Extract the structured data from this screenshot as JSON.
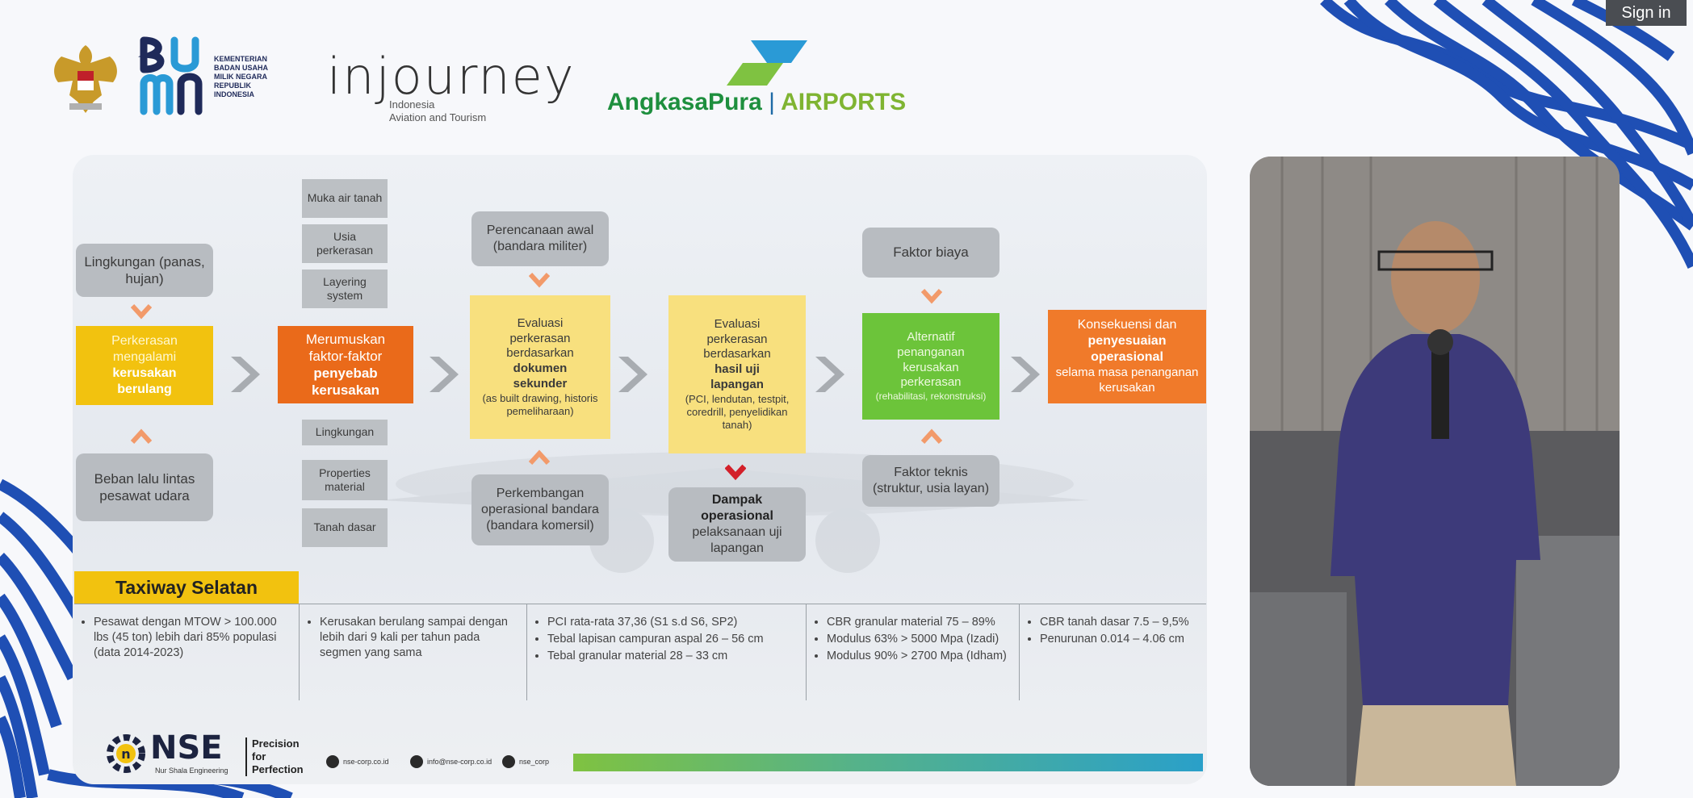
{
  "topbar": {
    "sign_in": "Sign in"
  },
  "header": {
    "bumn_text": [
      "KEMENTERIAN",
      "BADAN USAHA",
      "MILIK NEGARA",
      "REPUBLIK",
      "INDONESIA"
    ],
    "injourney": "injourney",
    "injourney_sub": [
      "Indonesia",
      "Aviation and Tourism"
    ],
    "ap_name": "AngkasaPura",
    "ap_sep": "|",
    "ap_airports": "AIRPORTS"
  },
  "flow": {
    "env": "Lingkungan (panas, hujan)",
    "traffic": "Beban lalu lintas pesawat udara",
    "damage": [
      "Perkerasan",
      "mengalami",
      "kerusakan",
      "berulang"
    ],
    "muka": "Muka air tanah",
    "usia": "Usia perkerasan",
    "layering": "Layering system",
    "formulate": [
      "Merumuskan",
      "faktor-faktor",
      "penyebab",
      "kerusakan"
    ],
    "lingkungan2": "Lingkungan",
    "properties": "Properties material",
    "tanah": "Tanah dasar",
    "perencanaan": "Perencanaan awal (bandara militer)",
    "eval_doc": [
      "Evaluasi",
      "perkerasan",
      "berdasarkan",
      "dokumen",
      "sekunder",
      "(as built drawing, historis pemeliharaan)"
    ],
    "perkembangan": "Perkembangan operasional bandara (bandara komersil)",
    "eval_field": [
      "Evaluasi",
      "perkerasan",
      "berdasarkan",
      "hasil uji",
      "lapangan",
      "(PCI, lendutan, testpit, coredrill, penyelidikan tanah)"
    ],
    "dampak": [
      "Dampak",
      "operasional",
      "pelaksanaan uji lapangan"
    ],
    "biaya": "Faktor biaya",
    "alternatif": [
      "Alternatif",
      "penanganan",
      "kerusakan",
      "perkerasan",
      "(rehabilitasi, rekonstruksi)"
    ],
    "teknis": "Faktor teknis (struktur, usia layan)",
    "konsekuensi": [
      "Konsekuensi dan",
      "penyesuaian",
      "operasional",
      "selama masa penanganan kerusakan"
    ]
  },
  "table": {
    "title": "Taxiway Selatan",
    "col1": [
      "Pesawat dengan MTOW > 100.000 lbs (45 ton) lebih dari 85% populasi (data 2014-2023)"
    ],
    "col2": [
      "Kerusakan berulang sampai dengan lebih dari 9 kali per tahun pada segmen yang sama"
    ],
    "col3": [
      "PCI rata-rata 37,36 (S1 s.d S6, SP2)",
      "Tebal lapisan campuran aspal 26 – 56 cm",
      "Tebal granular material 28 – 33 cm"
    ],
    "col4": [
      "CBR granular material 75 – 89%",
      "Modulus 63% > 5000 Mpa (Izadi)",
      "Modulus 90% > 2700 Mpa (Idham)"
    ],
    "col5": [
      "CBR tanah dasar 7.5 – 9,5%",
      "Penurunan 0.014 – 4.06 cm"
    ]
  },
  "footer": {
    "nse": "NSE",
    "nse_sub": "Nur Shala Engineering",
    "tagline": [
      "Precision",
      "for",
      "Perfection"
    ],
    "social": [
      "nse-corp.co.id",
      "info@nse-corp.co.id",
      "nse_corp"
    ]
  },
  "colors": {
    "yellow": "#f2c20f",
    "orange": "#ea6a1a",
    "green": "#6cc43a",
    "grey": "#b8bcc1",
    "wave_blue": "#1f4fb4"
  }
}
